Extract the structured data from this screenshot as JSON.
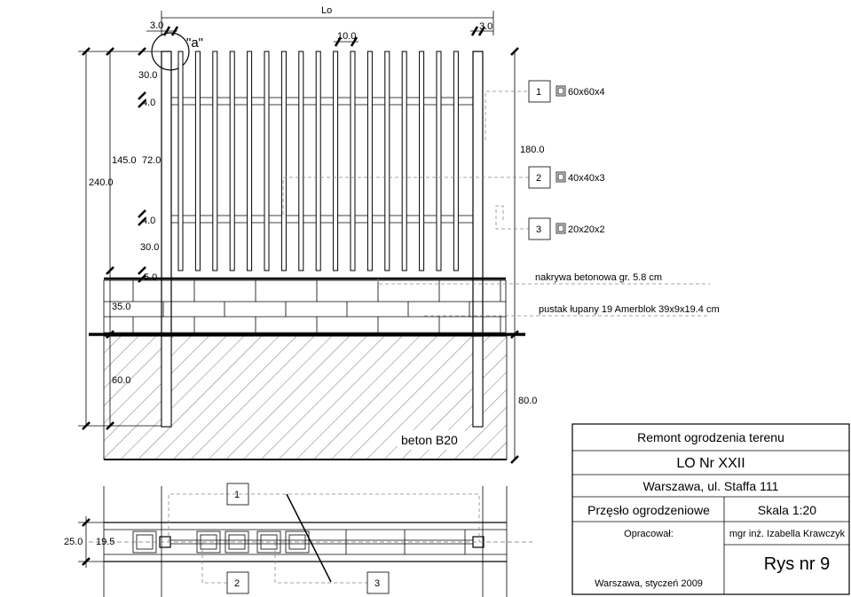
{
  "dimensions": {
    "top_total": "Lo",
    "top_left_offset": "3.0",
    "top_right_offset": "3.0",
    "bar_spacing": "10.0",
    "detail_label": "\"a\"",
    "left_total_height": "240.0",
    "left_panel_height": "145.0",
    "left_top_margin": "30.0",
    "left_rail_top": "4.0",
    "left_mid_height": "72.0",
    "left_rail_bottom": "4.0",
    "left_bottom_margin": "30.0",
    "left_cap": "5.0",
    "left_wall": "35.0",
    "left_foundation": "60.0",
    "right_post_height": "180.0",
    "right_foundation": "80.0",
    "plan_width": "25.0",
    "plan_inner": "19.5"
  },
  "legend": [
    {
      "num": "1",
      "profile": "60x60x4"
    },
    {
      "num": "2",
      "profile": "40x40x3"
    },
    {
      "num": "3",
      "profile": "20x20x2"
    }
  ],
  "annotations": {
    "coping": "nakrywa betonowa gr. 5.8 cm",
    "blocks": "pustak łupany 19 Amerblok 39x9x19.4 cm",
    "concrete": "beton B20"
  },
  "plan_labels": {
    "one": "1",
    "two": "2",
    "three": "3"
  },
  "title_block": {
    "title": "Remont ogrodzenia terenu",
    "school": "LO Nr XXII",
    "address": "Warszawa, ul. Staffa 111",
    "drawing_name": "Przęsło ogrodzeniowe",
    "scale": "Skala 1:20",
    "prepared_label": "Opracował:",
    "author": "mgr inż. Izabella Krawczyk",
    "sheet": "Rys nr 9",
    "date": "Warszawa, styczeń 2009"
  }
}
